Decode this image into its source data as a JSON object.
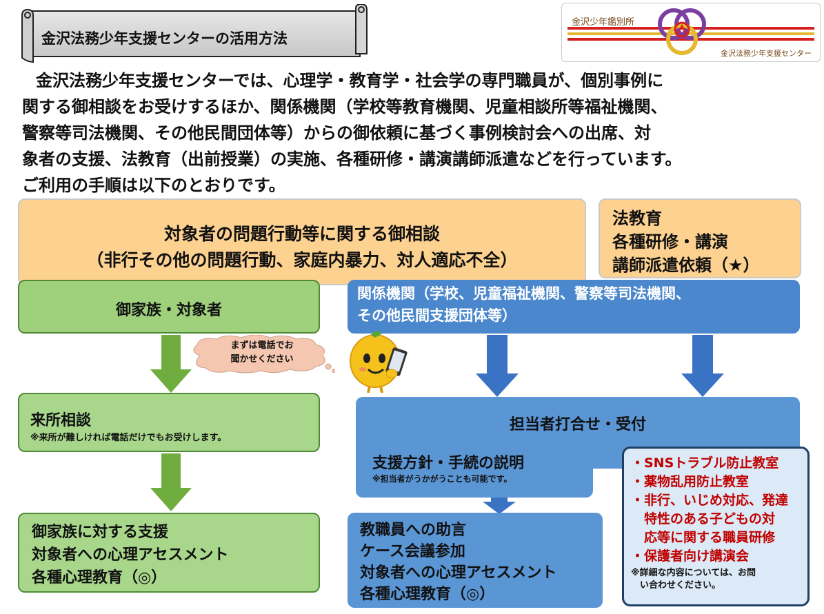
{
  "banner": {
    "title": "金沢法務少年支援センターの活用方法"
  },
  "logo": {
    "top_text": "金沢少年鑑別所",
    "bottom_text": "金沢法務少年支援センター"
  },
  "intro": {
    "lines": [
      "金沢法務少年支援センターでは、心理学・教育学・社会学の専門職員が、個別事例に",
      "関する御相談をお受けするほか、関係機関（学校等教育機関、児童相談所等福祉機関、",
      "警察等司法機関、その他民間団体等）からの御依頼に基づく事例検討会への出席、対",
      "象者の支援、法教育（出前授業）の実施、各種研修・講演講師派遣などを行っています。",
      "ご利用の手順は以下のとおりです。"
    ]
  },
  "consult": {
    "line1": "対象者の問題行動等に関する御相談",
    "line2": "（非行その他の問題行動、家庭内暴力、対人適応不全）"
  },
  "houkyo": {
    "lines": [
      "法教育",
      "各種研修・講演",
      "講師派遣依頼（★）"
    ]
  },
  "family": {
    "label": "御家族・対象者"
  },
  "kankei": {
    "lines": [
      "関係機関（学校、児童福祉機関、警察等司法機関、",
      "その他民間支援団体等）"
    ]
  },
  "speech": {
    "lines": [
      "まずは電話でお",
      "聞かせください"
    ]
  },
  "raisho": {
    "title": "来所相談",
    "note": "※来所が難しければ電話だけでもお受けします。"
  },
  "tanto": {
    "title": "担当者打合せ・受付"
  },
  "houshin": {
    "title": "支援方針・手続の説明",
    "note": "※担当者がうかがうことも可能です。"
  },
  "kazoku_shien": {
    "lines": [
      "御家族に対する支援",
      "対象者への心理アセスメント",
      "各種心理教育（◎）"
    ]
  },
  "kyoshoku": {
    "lines": [
      "教職員への助言",
      "ケース会議参加",
      "対象者への心理アセスメント",
      "各種心理教育（◎）"
    ]
  },
  "sns": {
    "items": [
      "・SNSトラブル防止教室",
      "・薬物乱用防止教室",
      "・非行、いじめ対応、発達",
      "　特性のある子どもの対",
      "　応等に関する職員研修",
      "・保護者向け講演会"
    ],
    "note_lines": [
      "※詳細な内容については、お問",
      "　い合わせください。"
    ]
  },
  "colors": {
    "orange": "#fdd190",
    "green": "#9fd07c",
    "blue": "#5a95d4",
    "dark_navy": "#1f3f63",
    "red_text": "#c00000"
  }
}
